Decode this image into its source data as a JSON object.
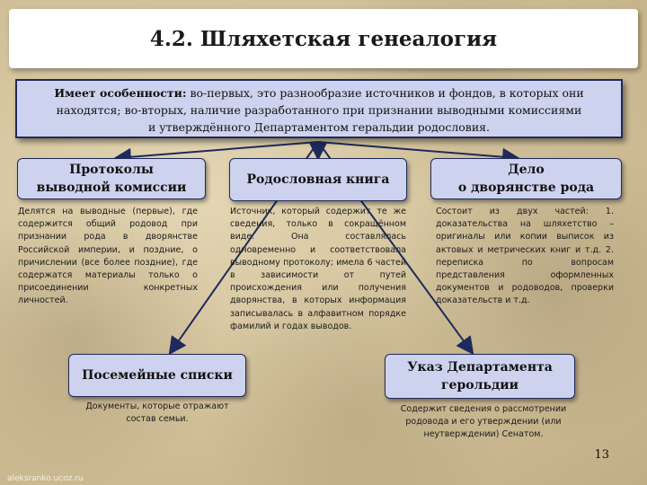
{
  "title": "4.2. Шляхетская генеалогия",
  "main": {
    "lead": "Имеет особенности:",
    "line1": " во-первых, это разнообразие источников и фондов, в которых они",
    "line2": "находятся; во-вторых, наличие разработанного при признании выводными комиссиями",
    "line3": "и утверждённого Департаментом геральдии родословия."
  },
  "nodes": {
    "protocols": {
      "title_line1": "Протоколы",
      "title_line2": "выводной комиссии",
      "desc": "Делятся на выводные (первые), где содержится общий родовод при признании рода в дворянстве Российской империи, и поздние, о причислении (все более поздние), где содержатся материалы только о присоединении конкретных личностей."
    },
    "book": {
      "title": "Родословная книга",
      "desc": "Источник, который содержит те же сведения, только в сокращённом виде. Она составлялась одновременно и соответствовала выводному протоколу; имела 6 частей в зависимости от путей происхождения или получения дворянства, в которых информация записывалась в алфавитном порядке фамилий и годах выводов."
    },
    "case": {
      "title_line1": "Дело",
      "title_line2": "о дворянстве рода",
      "desc": "Состоит из двух частей: 1. доказательства на шляхетство – оригиналы или копии выписок из актовых и метрических книг и т.д. 2. переписка по вопросам представления оформленных документов и родоводов, проверки доказательств и т.д."
    },
    "family_lists": {
      "title": "Посемейные списки",
      "desc": "Документы, которые отражают состав семьи."
    },
    "decree": {
      "title_line1": "Указ Департамента",
      "title_line2": "герольдии",
      "desc": "Содержит сведения о рассмотрении родовода и его утверждении (или неутверждении) Сенатом."
    }
  },
  "page_number": "13",
  "watermark": "aleksranko.ucoz.ru",
  "colors": {
    "box_fill": "#cdd3ee",
    "box_border": "#1f2a5c",
    "arrow": "#1f2a5c"
  }
}
